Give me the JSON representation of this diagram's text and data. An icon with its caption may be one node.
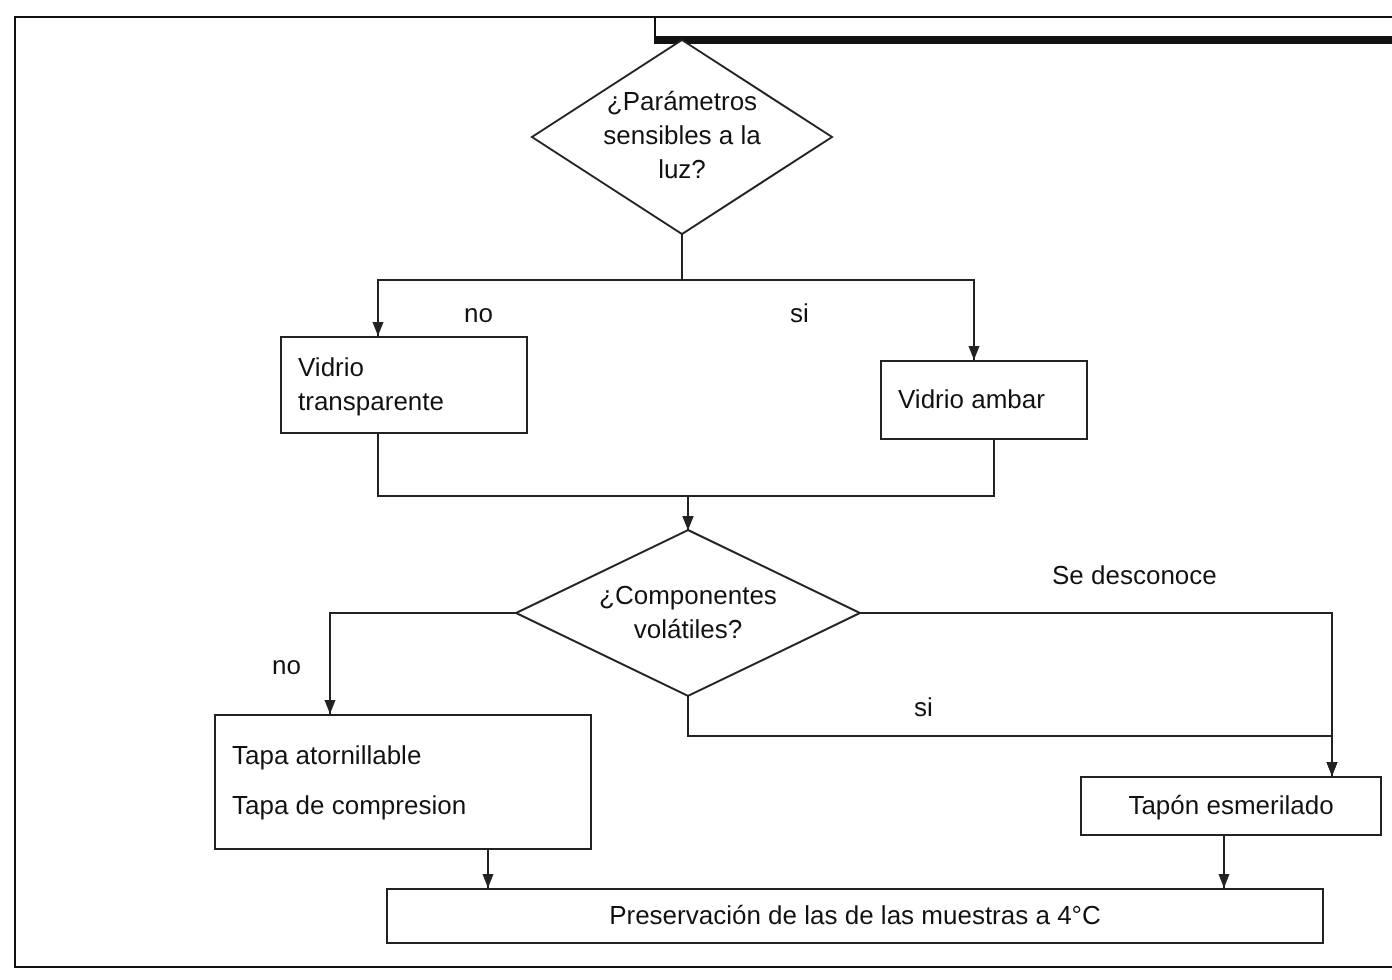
{
  "diagram": {
    "nodes": [
      {
        "text": [
          "¿Parámetros sensibles a la luz?"
        ]
      },
      {
        "text": [
          "Vidrio transparente"
        ]
      },
      {
        "text": [
          "Vidrio ambar"
        ]
      },
      {
        "text": [
          "¿Componentes volátiles?"
        ]
      },
      {
        "text": [
          "Tapa atornillable",
          "Tapa de compresion"
        ]
      },
      {
        "text": [
          "Tapón esmerilado"
        ]
      },
      {
        "text": [
          "Preservación de las de las muestras a 4°C"
        ]
      }
    ],
    "edges": [
      {
        "from": 0,
        "to": 1,
        "arrow": "to",
        "label": "no"
      },
      {
        "from": 0,
        "to": 2,
        "arrow": "to",
        "label": "si"
      },
      {
        "from": 1,
        "to": 3,
        "arrow": "to"
      },
      {
        "from": 2,
        "to": 3,
        "arrow": "to"
      },
      {
        "from": 3,
        "to": 4,
        "arrow": "to",
        "label": "no"
      },
      {
        "from": 3,
        "to": 5,
        "arrow": "to",
        "label": "si"
      },
      {
        "from": 3,
        "to": 5,
        "arrow": "to",
        "label": "Se desconoce"
      },
      {
        "from": 4,
        "to": 6,
        "arrow": "to"
      },
      {
        "from": 5,
        "to": 6,
        "arrow": "to"
      }
    ]
  }
}
